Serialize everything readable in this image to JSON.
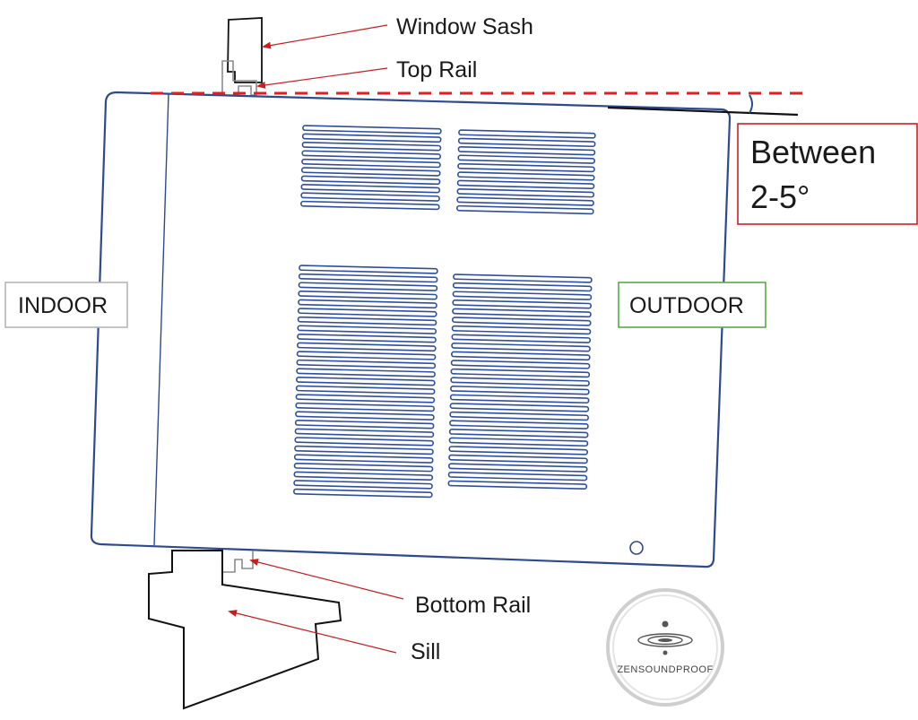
{
  "labels": {
    "window_sash": "Window Sash",
    "top_rail": "Top Rail",
    "bottom_rail": "Bottom Rail",
    "sill": "Sill",
    "indoor": "INDOOR",
    "outdoor": "OUTDOOR",
    "angle_line1": "Between",
    "angle_line2": "2-5°"
  },
  "logo": {
    "text": "ZENSOUNDPROOF"
  },
  "colors": {
    "unit_outline": "#2e4a8f",
    "vent_slot": "#2e4f9e",
    "leader_arrow": "#c81e1e",
    "angle_box_border": "#d02020",
    "dashed_reference": "#e02020",
    "indoor_box_border": "#b5b5b5",
    "outdoor_box_border": "#5aa84a",
    "sill_outline": "#111111",
    "rail_outline": "#8c8c8c"
  }
}
